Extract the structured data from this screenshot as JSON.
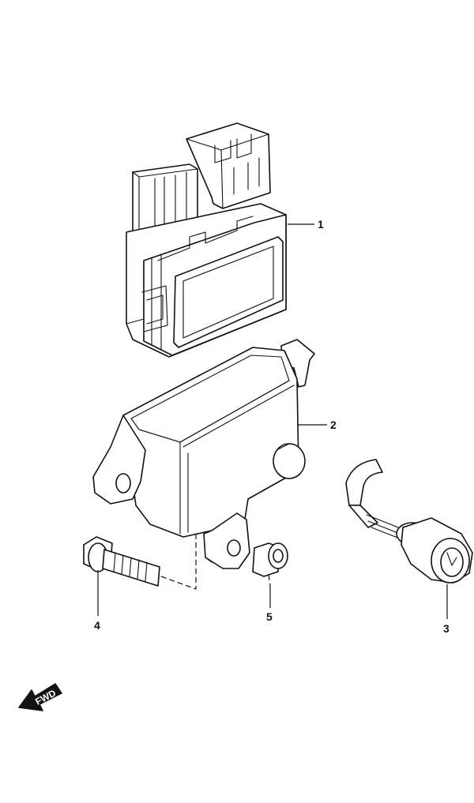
{
  "callouts": {
    "c1": "1",
    "c2": "2",
    "c3": "3",
    "c4": "4",
    "c5": "5"
  },
  "fwd_label": "FWD",
  "line_color": "#111111",
  "background": "#ffffff"
}
